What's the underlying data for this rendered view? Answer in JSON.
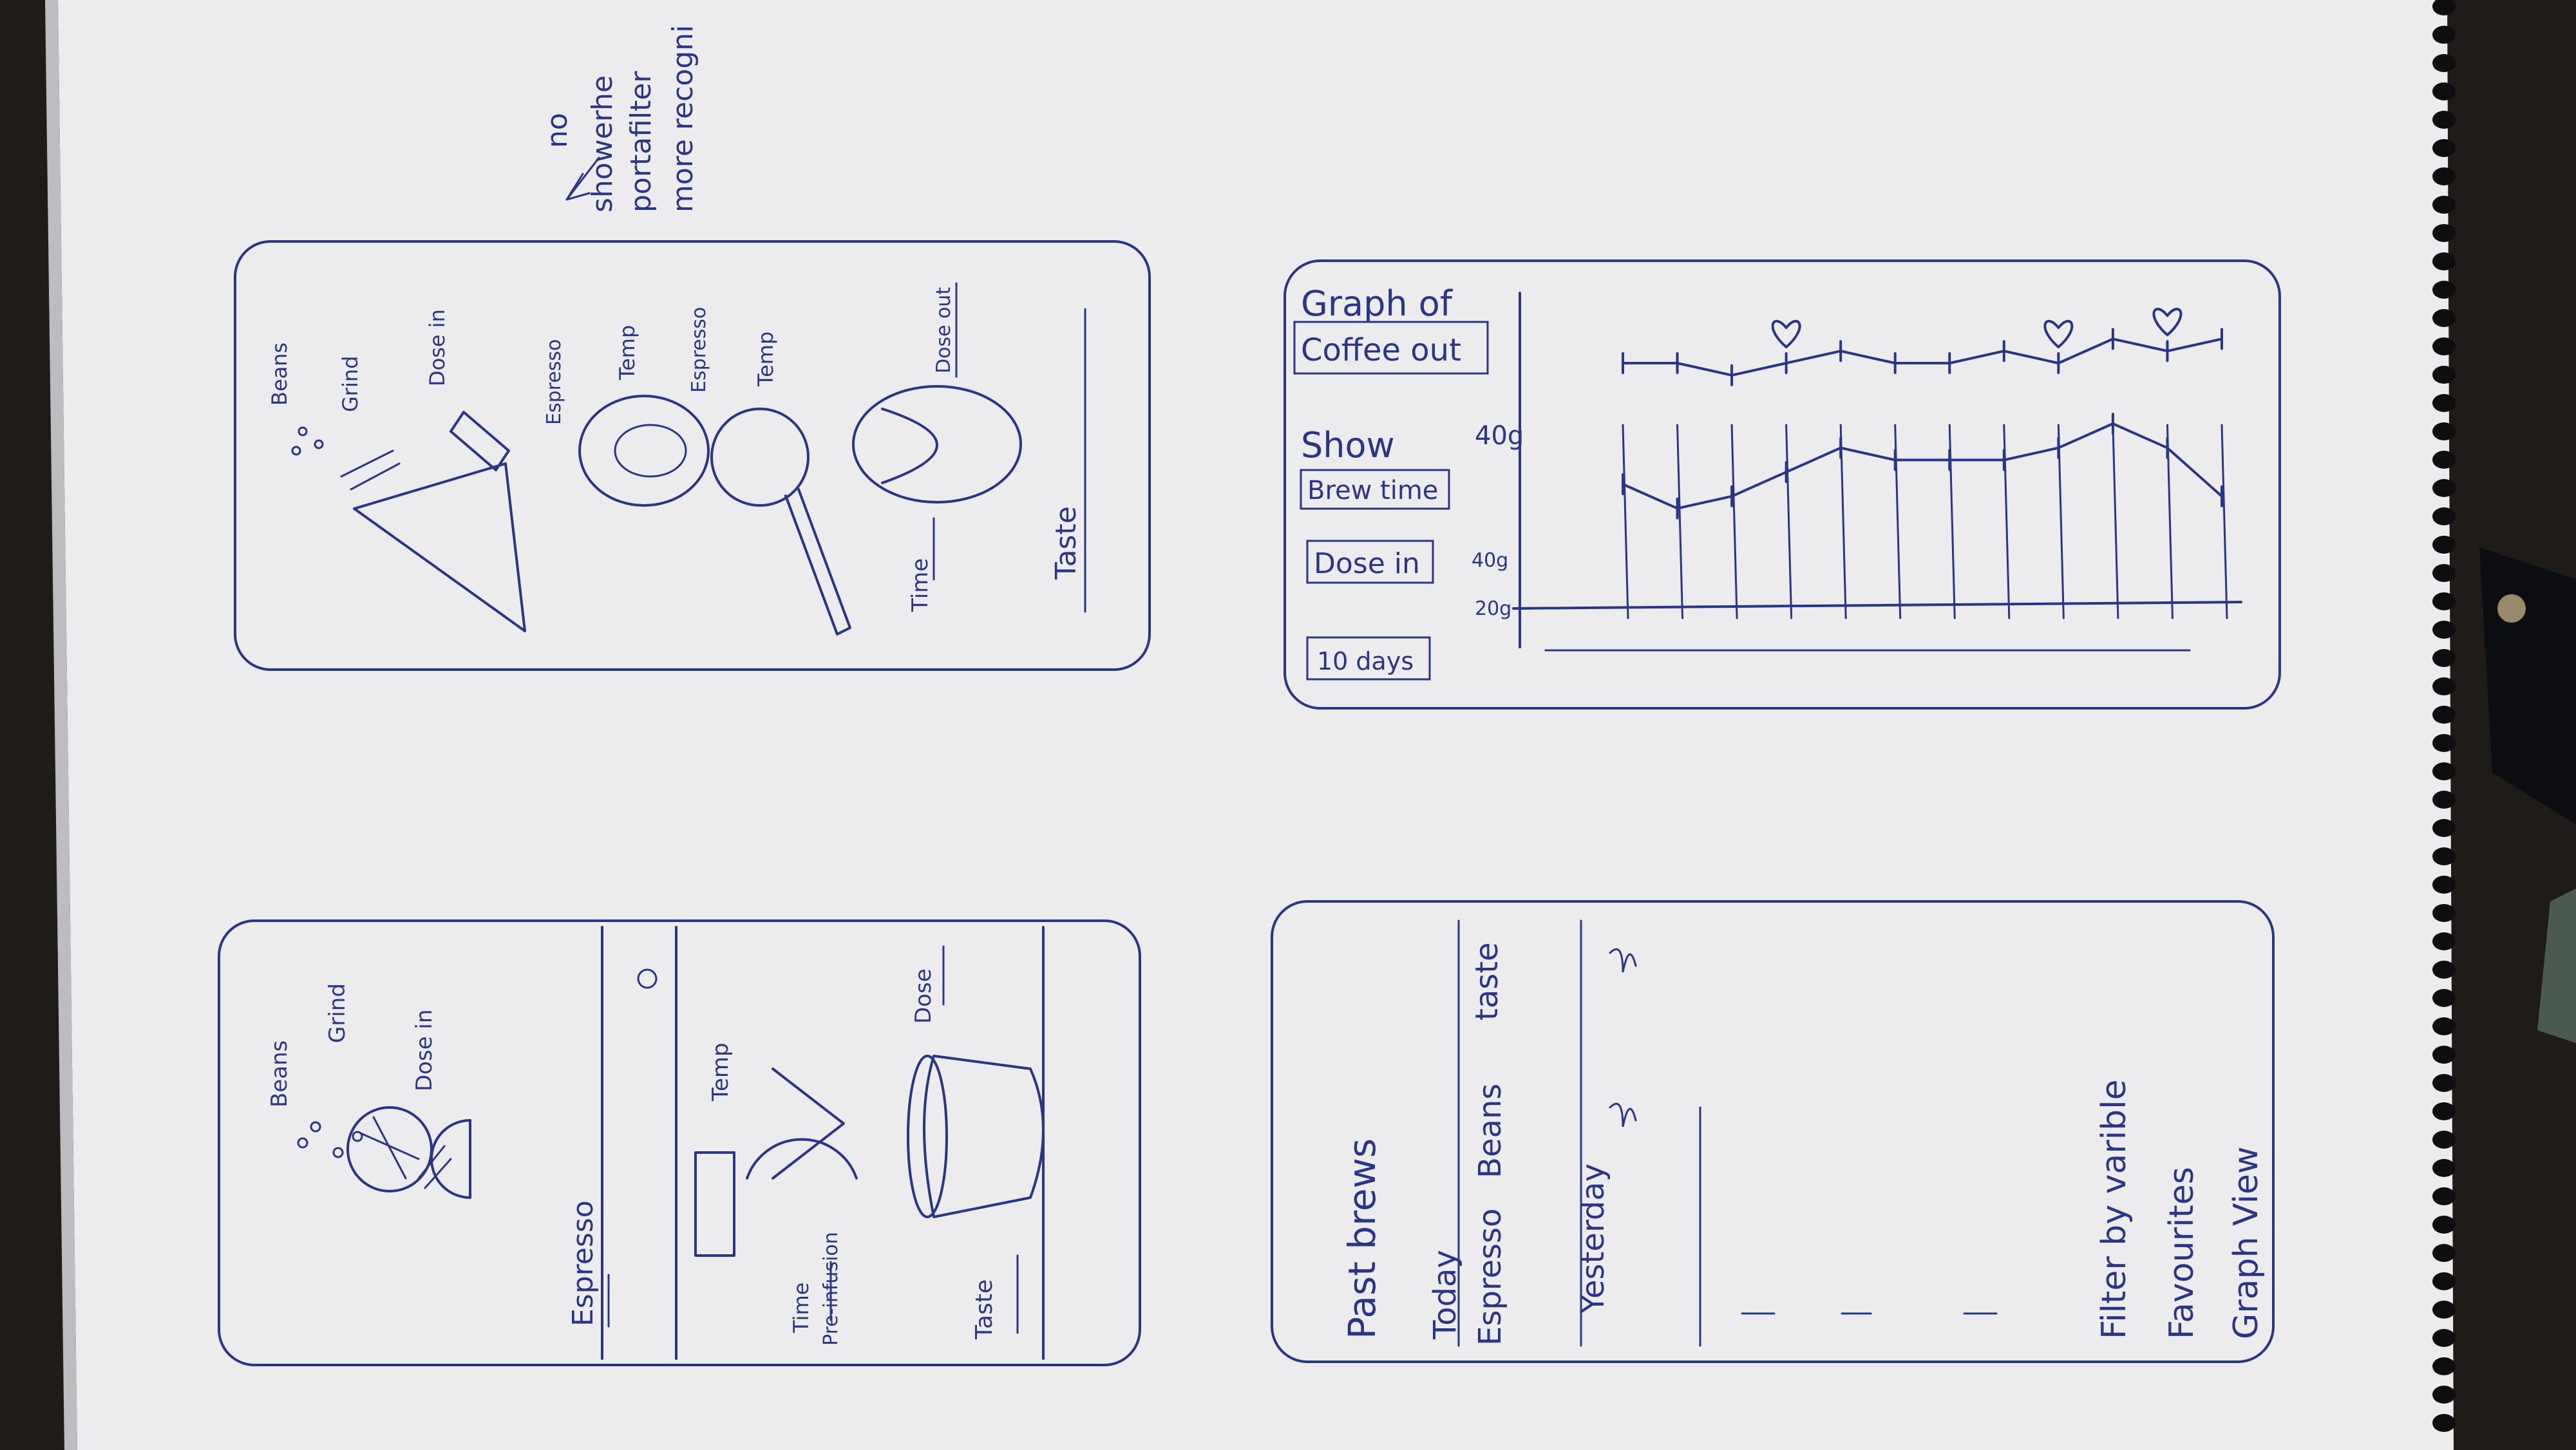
{
  "note": {
    "no": "no",
    "line1": "showerhe",
    "line2": "portafilter",
    "line3": "more recogni"
  },
  "sketch_a": {
    "title": "Espresso",
    "beans": "Beans",
    "grind": "Grind",
    "dose_in": "Dose in",
    "temp": "Temp",
    "time": "Time",
    "pre_infusion": "Pre-infusion",
    "dose": "Dose",
    "taste": "Taste"
  },
  "sketch_b": {
    "beans": "Beans",
    "grind": "Grind",
    "dose_in": "Dose in",
    "espresso_1": "Espresso",
    "temp_1": "Temp",
    "espresso_2": "Espresso",
    "temp_2": "Temp",
    "time": "Time",
    "dose_out": "Dose out",
    "taste": "Taste"
  },
  "past_brews": {
    "title": "Past brews",
    "today": "Today",
    "col_espresso": "Espresso",
    "col_beans": "Beans",
    "col_taste": "taste",
    "yesterday": "Yesterday",
    "filter": "Filter by varible",
    "favourites": "Favourites",
    "graph_view": "Graph View"
  },
  "graph": {
    "title": "Graph of",
    "metric_button": "Coffee out",
    "show_label": "Show",
    "option_brew_time": "Brew time",
    "option_dose_in": "Dose in",
    "range_button": "10 days",
    "tick_40g": "40g",
    "tick_40g_2": "40g",
    "tick_20g": "20g"
  },
  "chart_data": {
    "type": "line",
    "x": [
      1,
      2,
      3,
      4,
      5,
      6,
      7,
      8,
      9,
      10,
      11,
      12
    ],
    "series": [
      {
        "values": [
          40,
          40,
          39,
          40,
          41,
          40,
          40,
          41,
          40,
          42,
          41,
          42
        ]
      },
      {
        "values": [
          30,
          28,
          29,
          31,
          33,
          32,
          32,
          32,
          33,
          35,
          33,
          29
        ]
      }
    ],
    "favourites_x": [
      4,
      9,
      11
    ]
  }
}
